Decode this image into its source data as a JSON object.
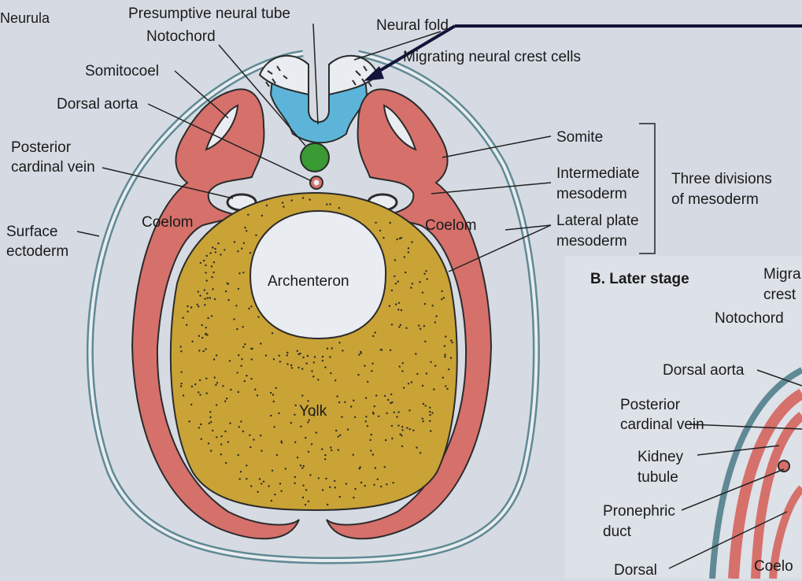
{
  "figure": {
    "panel_a_title": "Neurula",
    "panel_b_title": "B. Later stage",
    "colors": {
      "background": "#d6dbe3",
      "ectoderm": "#5f8a95",
      "mesoderm": "#d6706b",
      "neural_tube": "#5cb5d9",
      "notochord": "#3a9a33",
      "yolk": "#c9a336",
      "outline": "#2b2b2b"
    },
    "labels_a": {
      "presumptive_neural_tube": "Presumptive neural tube",
      "notochord": "Notochord",
      "neural_fold": "Neural fold",
      "migrating_neural_crest": "Migrating neural crest cells",
      "somitocoel": "Somitocoel",
      "dorsal_aorta": "Dorsal aorta",
      "posterior_cardinal_vein_1": "Posterior",
      "posterior_cardinal_vein_2": "cardinal vein",
      "surface_ectoderm_1": "Surface",
      "surface_ectoderm_2": "ectoderm",
      "coelom_left": "Coelom",
      "coelom_right": "Coelom",
      "archenteron": "Archenteron",
      "yolk": "Yolk",
      "somite": "Somite",
      "intermediate_mesoderm_1": "Intermediate",
      "intermediate_mesoderm_2": "mesoderm",
      "lateral_plate_mesoderm_1": "Lateral plate",
      "lateral_plate_mesoderm_2": "mesoderm",
      "three_divisions_1": "Three divisions",
      "three_divisions_2": "of mesoderm"
    },
    "labels_b": {
      "migrating_crest_1": "Migra",
      "migrating_crest_2": "crest",
      "notochord": "Notochord",
      "dorsal_aorta": "Dorsal aorta",
      "posterior_cardinal_vein_1": "Posterior",
      "posterior_cardinal_vein_2": "cardinal vein",
      "kidney_tubule_1": "Kidney",
      "kidney_tubule_2": "tubule",
      "pronephric_duct_1": "Pronephric",
      "pronephric_duct_2": "duct",
      "dorsal": "Dorsal",
      "coelom": "Coelo"
    }
  }
}
